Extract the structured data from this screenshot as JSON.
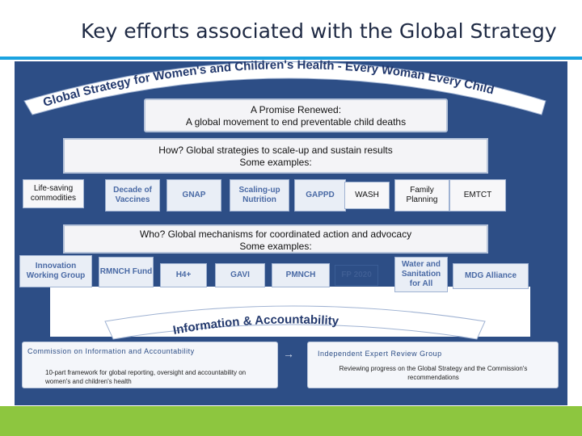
{
  "title": "Key efforts associated with the Global Strategy",
  "arc_top": "Global Strategy for Women's and Children's Health - Every Woman Every Child",
  "arc_bottom": "Information & Accountability",
  "promise": {
    "line1": "A Promise Renewed:",
    "line2": "A global movement to end preventable child deaths"
  },
  "how": {
    "line1": "How? Global strategies to scale-up and sustain results",
    "line2": "Some examples:"
  },
  "strategies": [
    {
      "label": "Life-saving commodities",
      "style": "dark"
    },
    {
      "label": "Decade of Vaccines",
      "style": "light"
    },
    {
      "label": "GNAP",
      "style": "light"
    },
    {
      "label": "Scaling-up Nutrition",
      "style": "light"
    },
    {
      "label": "GAPPD",
      "style": "light"
    },
    {
      "label": "WASH",
      "style": "dark"
    },
    {
      "label": "Family Planning",
      "style": "dark"
    },
    {
      "label": "EMTCT",
      "style": "dark"
    }
  ],
  "who": {
    "line1": "Who? Global mechanisms for coordinated action and advocacy",
    "line2": "Some examples:"
  },
  "mechanisms": [
    {
      "label": "Innovation Working Group"
    },
    {
      "label": "RMNCH Fund"
    },
    {
      "label": "H4+"
    },
    {
      "label": "GAVI"
    },
    {
      "label": "PMNCH"
    },
    {
      "label": "FP 2020"
    },
    {
      "label": "Water and Sanitation for All"
    },
    {
      "label": "MDG Alliance"
    }
  ],
  "bottom_left": {
    "heading": "Commission on Information and Accountability",
    "text": "10-part framework for global reporting, oversight and accountability on women's and children's health"
  },
  "bottom_right": {
    "heading": "Independent Expert Review Group",
    "text": "Reviewing progress on the Global Strategy and the Commission's recommendations"
  },
  "colors": {
    "panel": "#2d4e86",
    "accent_blue": "#1aa3e0",
    "green": "#8dc63f",
    "chip_text": "#4a6aa5"
  }
}
